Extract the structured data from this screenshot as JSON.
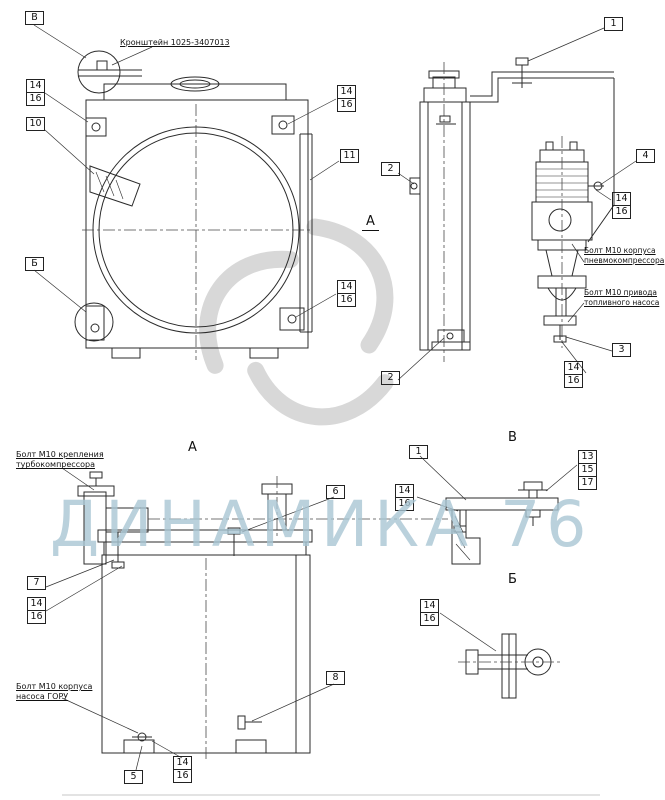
{
  "watermark": {
    "text": "ДИНАМИКА 76",
    "color": "#a9c6d4"
  },
  "colors": {
    "line": "#2b2b2b",
    "swirl": "#d4d4d4"
  },
  "annotations": {
    "bracket": "Кронштейн 1025-3407013",
    "pneumo": "Болт М10 корпуса\nпневмокомпрессора",
    "fuel": "Болт М10 привода\nтопливного насоса",
    "turbo": "Болт М10 крепления\nтурбокомпрессора",
    "goru": "Болт М10 корпуса\nнасоса ГОРУ"
  },
  "view_labels": {
    "arrow_a": "А",
    "title_a": "А",
    "title_v": "В",
    "title_b": "Б"
  },
  "callouts": [
    {
      "id": "v-flag",
      "lines": [
        "В"
      ]
    },
    {
      "id": "left-upper-14-16",
      "lines": [
        "14",
        "16"
      ]
    },
    {
      "id": "n10",
      "lines": [
        "10"
      ]
    },
    {
      "id": "b-flag",
      "lines": [
        "Б"
      ]
    },
    {
      "id": "top-right-14-16",
      "lines": [
        "14",
        "16"
      ]
    },
    {
      "id": "n11",
      "lines": [
        "11"
      ]
    },
    {
      "id": "mid-right-14-16",
      "lines": [
        "14",
        "16"
      ]
    },
    {
      "id": "n1-top",
      "lines": [
        "1"
      ]
    },
    {
      "id": "n2-upper",
      "lines": [
        "2"
      ]
    },
    {
      "id": "n4",
      "lines": [
        "4"
      ]
    },
    {
      "id": "side-14-16",
      "lines": [
        "14",
        "16"
      ]
    },
    {
      "id": "n3",
      "lines": [
        "3"
      ]
    },
    {
      "id": "below3-14-16",
      "lines": [
        "14",
        "16"
      ]
    },
    {
      "id": "n2-lower",
      "lines": [
        "2"
      ]
    },
    {
      "id": "n1-mid",
      "lines": [
        "1"
      ]
    },
    {
      "id": "detail-14-16",
      "lines": [
        "14",
        "16"
      ]
    },
    {
      "id": "n13-15-17",
      "lines": [
        "13",
        "15",
        "17"
      ]
    },
    {
      "id": "n6",
      "lines": [
        "6"
      ]
    },
    {
      "id": "n7",
      "lines": [
        "7"
      ]
    },
    {
      "id": "left-lower-14-16",
      "lines": [
        "14",
        "16"
      ]
    },
    {
      "id": "b-detail-14-16",
      "lines": [
        "14",
        "16"
      ]
    },
    {
      "id": "n8",
      "lines": [
        "8"
      ]
    },
    {
      "id": "n5",
      "lines": [
        "5"
      ]
    },
    {
      "id": "bottom-14-16",
      "lines": [
        "14",
        "16"
      ]
    }
  ]
}
